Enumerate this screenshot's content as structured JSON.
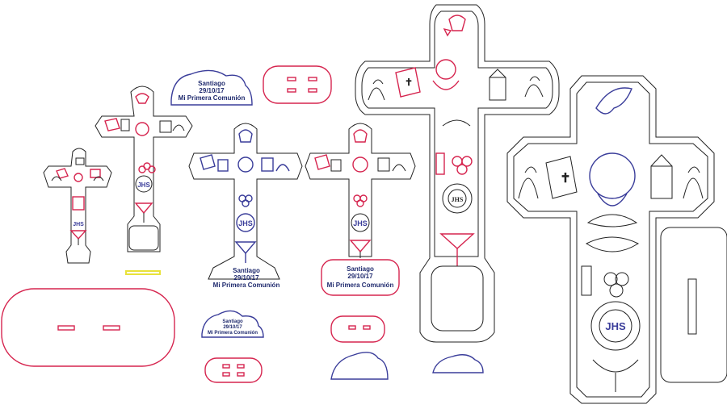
{
  "plaque_text": {
    "name": "Santiago",
    "date": "29/10/17",
    "event": "Mi Primera Comunión"
  },
  "emblem_text": "JHS",
  "colors": {
    "cut_black": "#222222",
    "cut_red": "#d6254f",
    "cut_blue": "#3a3d9a",
    "cut_yellow": "#e8e23a"
  }
}
